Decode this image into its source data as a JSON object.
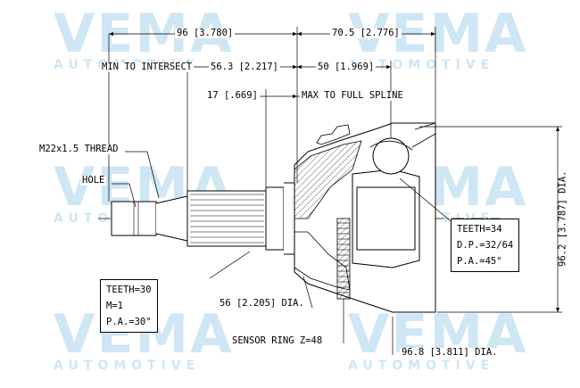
{
  "watermark": {
    "brand": "VEMA",
    "sub": "AUTOMOTIVE"
  },
  "dimensions": {
    "overall_length": "96 [3.780]",
    "outer_length": "70.5 [2.776]",
    "min_to_intersect": "MIN TO INTERSECT",
    "shaft_length": "56.3 [2.217]",
    "bell_length": "50 [1.969]",
    "spline_length": "17 [.669]",
    "max_to_full_spline": "MAX TO FULL SPLINE",
    "thread": "M22x1.5 THREAD",
    "hole": "HOLE",
    "seal_dia": "56 [2.205] DIA.",
    "sensor_ring": "SENSOR RING Z=48",
    "body_dia": "96.8 [3.811] DIA.",
    "inner_dia": "96.2 [3.787] DIA."
  },
  "outer_spec": {
    "teeth": "TEETH=30",
    "module": "M=1",
    "pressure_angle": "P.A.=30°"
  },
  "inner_spec": {
    "teeth": "TEETH=34",
    "diametral_pitch": "D.P.=32/64",
    "pressure_angle": "P.A.=45°"
  }
}
